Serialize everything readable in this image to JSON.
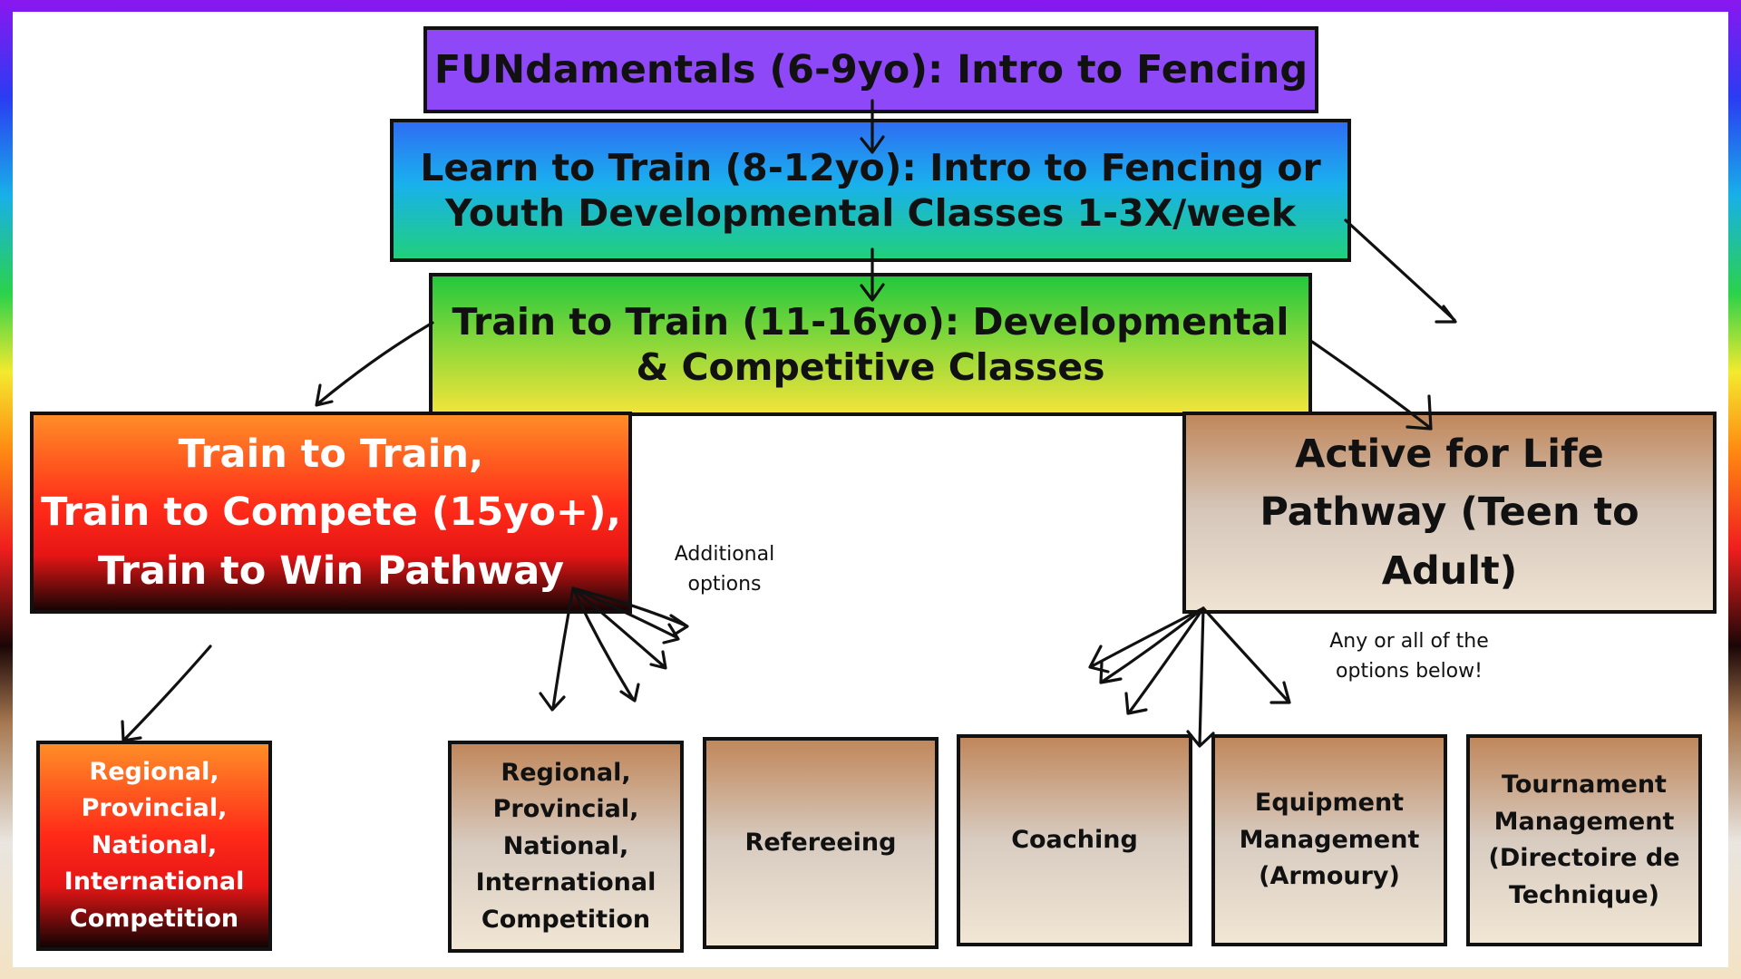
{
  "diagram": {
    "stages": {
      "fundamentals": "FUNdamentals (6-9yo): Intro to Fencing",
      "learn_to_train": "Learn to Train (8-12yo): Intro to Fencing or\nYouth Developmental Classes 1-3X/week",
      "train_to_train": "Train to Train (11-16yo): Developmental\n& Competitive Classes"
    },
    "pathways": {
      "compete": "Train to Train,\nTrain to Compete (15yo+),\nTrain to Win Pathway",
      "active": "Active for Life\nPathway (Teen to\nAdult)"
    },
    "outcomes": {
      "competition_red": "Regional,\nProvincial,\nNational,\nInternational\nCompetition",
      "competition_tan": "Regional,\nProvincial,\nNational,\nInternational\nCompetition",
      "refereeing": "Refereeing",
      "coaching": "Coaching",
      "equipment": "Equipment\nManagement\n(Armoury)",
      "tournament": "Tournament\nManagement\n(Directoire de\nTechnique)"
    },
    "notes": {
      "additional": "Additional\noptions",
      "any_or_all": "Any or all of the\noptions below!"
    },
    "colors": {
      "border_gradient": [
        "#8a17f0",
        "#2a3cf2",
        "#18b0e8",
        "#2bd24a",
        "#f3ea2e",
        "#ff8a12",
        "#f01e1e",
        "#1a0606",
        "#a87a52",
        "#f3e3c4"
      ],
      "fundamentals_fill": "#8e48f7",
      "arrow": "#111111"
    }
  }
}
